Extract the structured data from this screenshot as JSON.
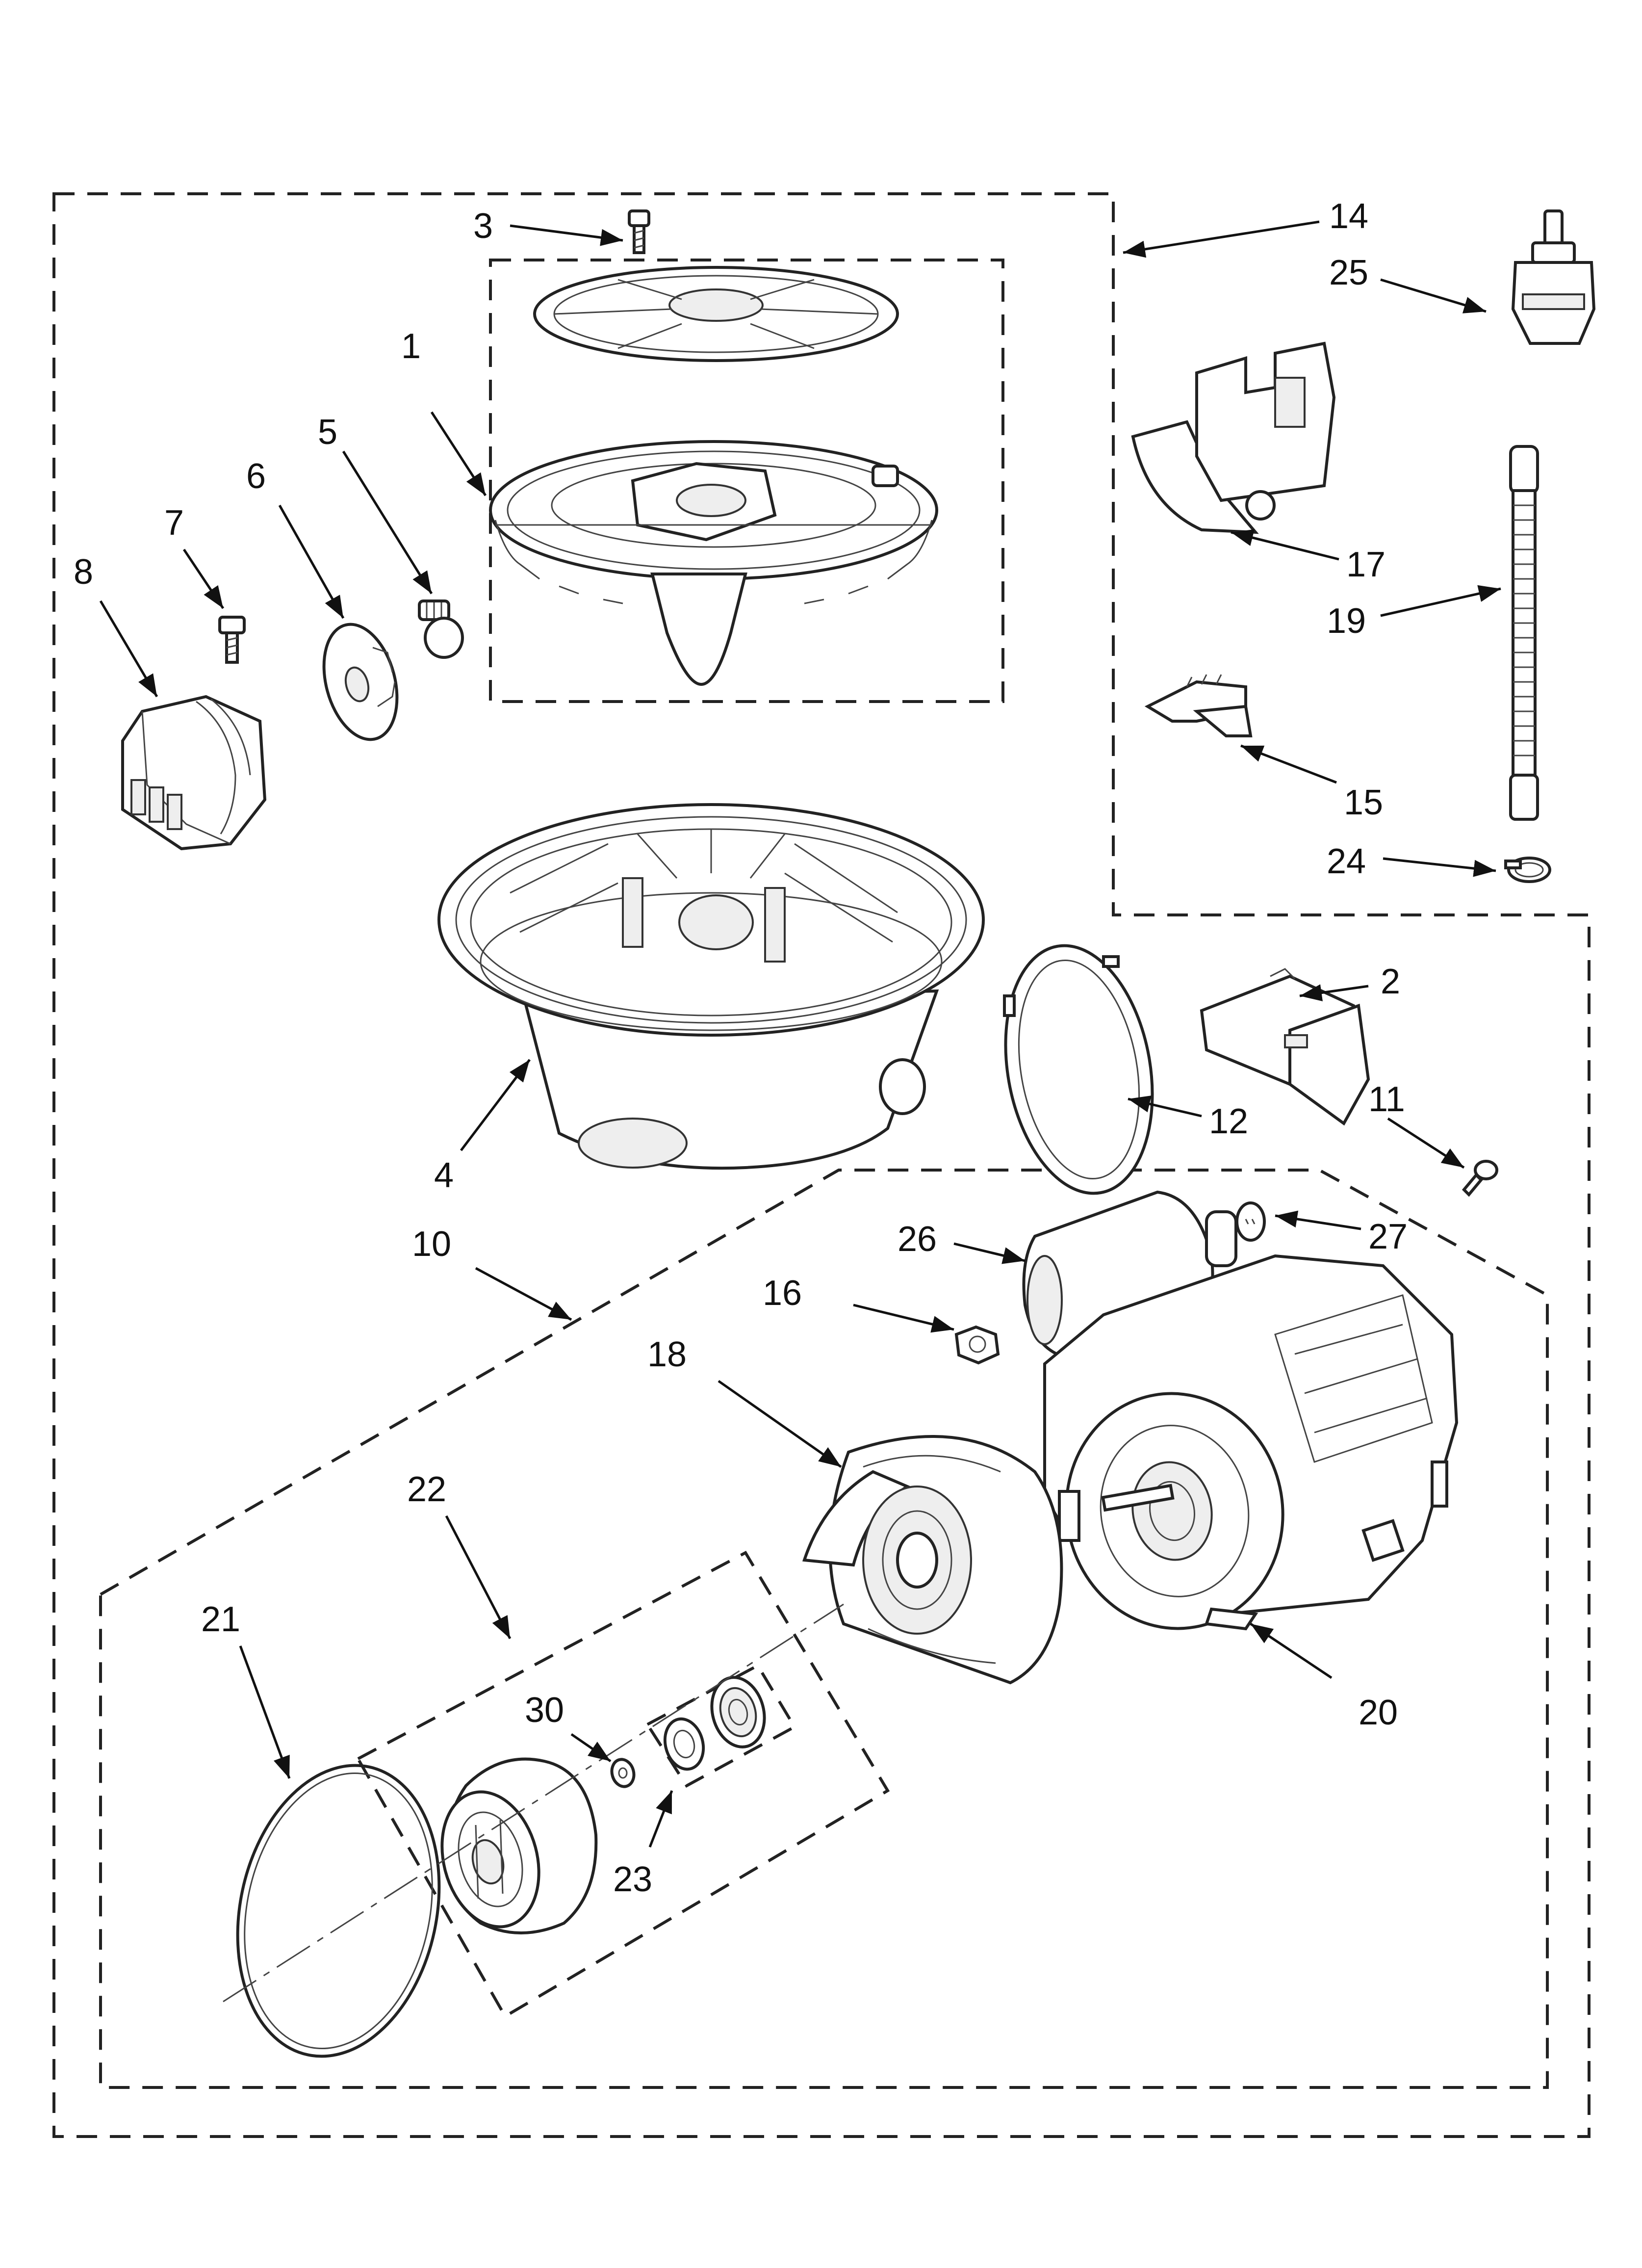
{
  "diagram": {
    "labels": {
      "l1": "1",
      "l2": "2",
      "l3": "3",
      "l4": "4",
      "l5": "5",
      "l6": "6",
      "l7": "7",
      "l8": "8",
      "l10": "10",
      "l11": "11",
      "l12": "12",
      "l14": "14",
      "l15": "15",
      "l16": "16",
      "l17": "17",
      "l18": "18",
      "l19": "19",
      "l20": "20",
      "l21": "21",
      "l22": "22",
      "l23": "23",
      "l24": "24",
      "l25": "25",
      "l26": "26",
      "l27": "27",
      "l30": "30"
    }
  }
}
